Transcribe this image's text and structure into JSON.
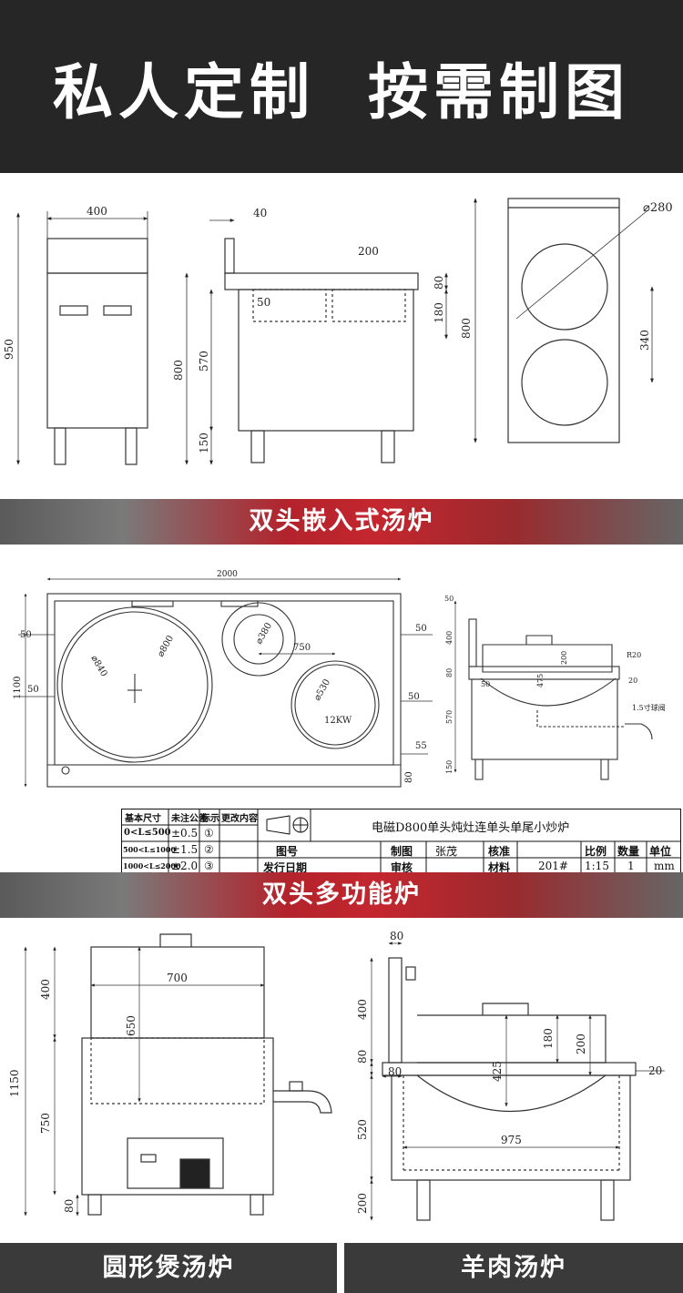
{
  "header": {
    "title": "私人定制  按需制图",
    "bg_color": "#262626"
  },
  "sections": {
    "s1": {
      "banner": "双头嵌入式汤炉"
    },
    "s2": {
      "banner": "双头多功能炉"
    },
    "s3": {
      "left_banner": "圆形煲汤炉",
      "right_banner": "羊肉汤炉"
    }
  },
  "dims1": {
    "front": {
      "width": "400",
      "height": "950"
    },
    "side": {
      "d40": "40",
      "d200": "200",
      "d50": "50",
      "d800": "800",
      "d570": "570",
      "d150": "150",
      "d80": "80",
      "d180": "180"
    },
    "top": {
      "diameter": "⌀280",
      "d340": "340",
      "d800": "800"
    }
  },
  "dims2": {
    "plan": {
      "d2000": "2000",
      "d1100": "1100",
      "d50a": "50",
      "d50b": "50",
      "d50c": "50",
      "d50d": "50",
      "d55": "55",
      "d80": "80",
      "d750": "750",
      "dia840": "⌀840",
      "dia800": "⌀800",
      "dia380": "⌀380",
      "dia530": "⌀530",
      "power": "12KW"
    },
    "side": {
      "d50": "50",
      "d400": "400",
      "d80": "80",
      "d570": "570",
      "d150": "150",
      "d200": "200",
      "d475": "475",
      "r20": "R20",
      "d20": "20",
      "d50b": "50",
      "valve": "1.5寸球阀"
    }
  },
  "title_block": {
    "h_basic": "基本尺寸",
    "h_tol": "未注公差",
    "h_mark": "标示",
    "h_change": "更改内容",
    "r1_size": "0<L≤500",
    "r1_tol": "±0.5",
    "r1_mark": "①",
    "r2_size": "500<L≤1000",
    "r2_tol": "±1.5",
    "r2_mark": "②",
    "r3_size": "1000<L≤2000",
    "r3_tol": "±2.0",
    "r3_mark": "③",
    "drawing_title": "电磁D800单头炖灶连单头单尾小炒炉",
    "fig_no_label": "图号",
    "issue_date_label": "发行日期",
    "draw_label": "制图",
    "drafter": "张茂",
    "check_label": "核准",
    "review_label": "审核",
    "material_label": "材料",
    "material": "201#",
    "scale_label": "比例",
    "scale": "1:15",
    "qty_label": "数量",
    "qty": "1",
    "unit_label": "单位",
    "unit": "mm"
  },
  "dims3": {
    "round": {
      "d1150": "1150",
      "d400": "400",
      "d750": "750",
      "d80": "80",
      "d700": "700",
      "d650": "650"
    },
    "mutton": {
      "d80top": "80",
      "d400": "400",
      "d80": "80",
      "d520": "520",
      "d200": "200",
      "d80b": "80",
      "d180": "180",
      "d200b": "200",
      "d425": "425",
      "d975": "975",
      "d20": "20"
    }
  }
}
